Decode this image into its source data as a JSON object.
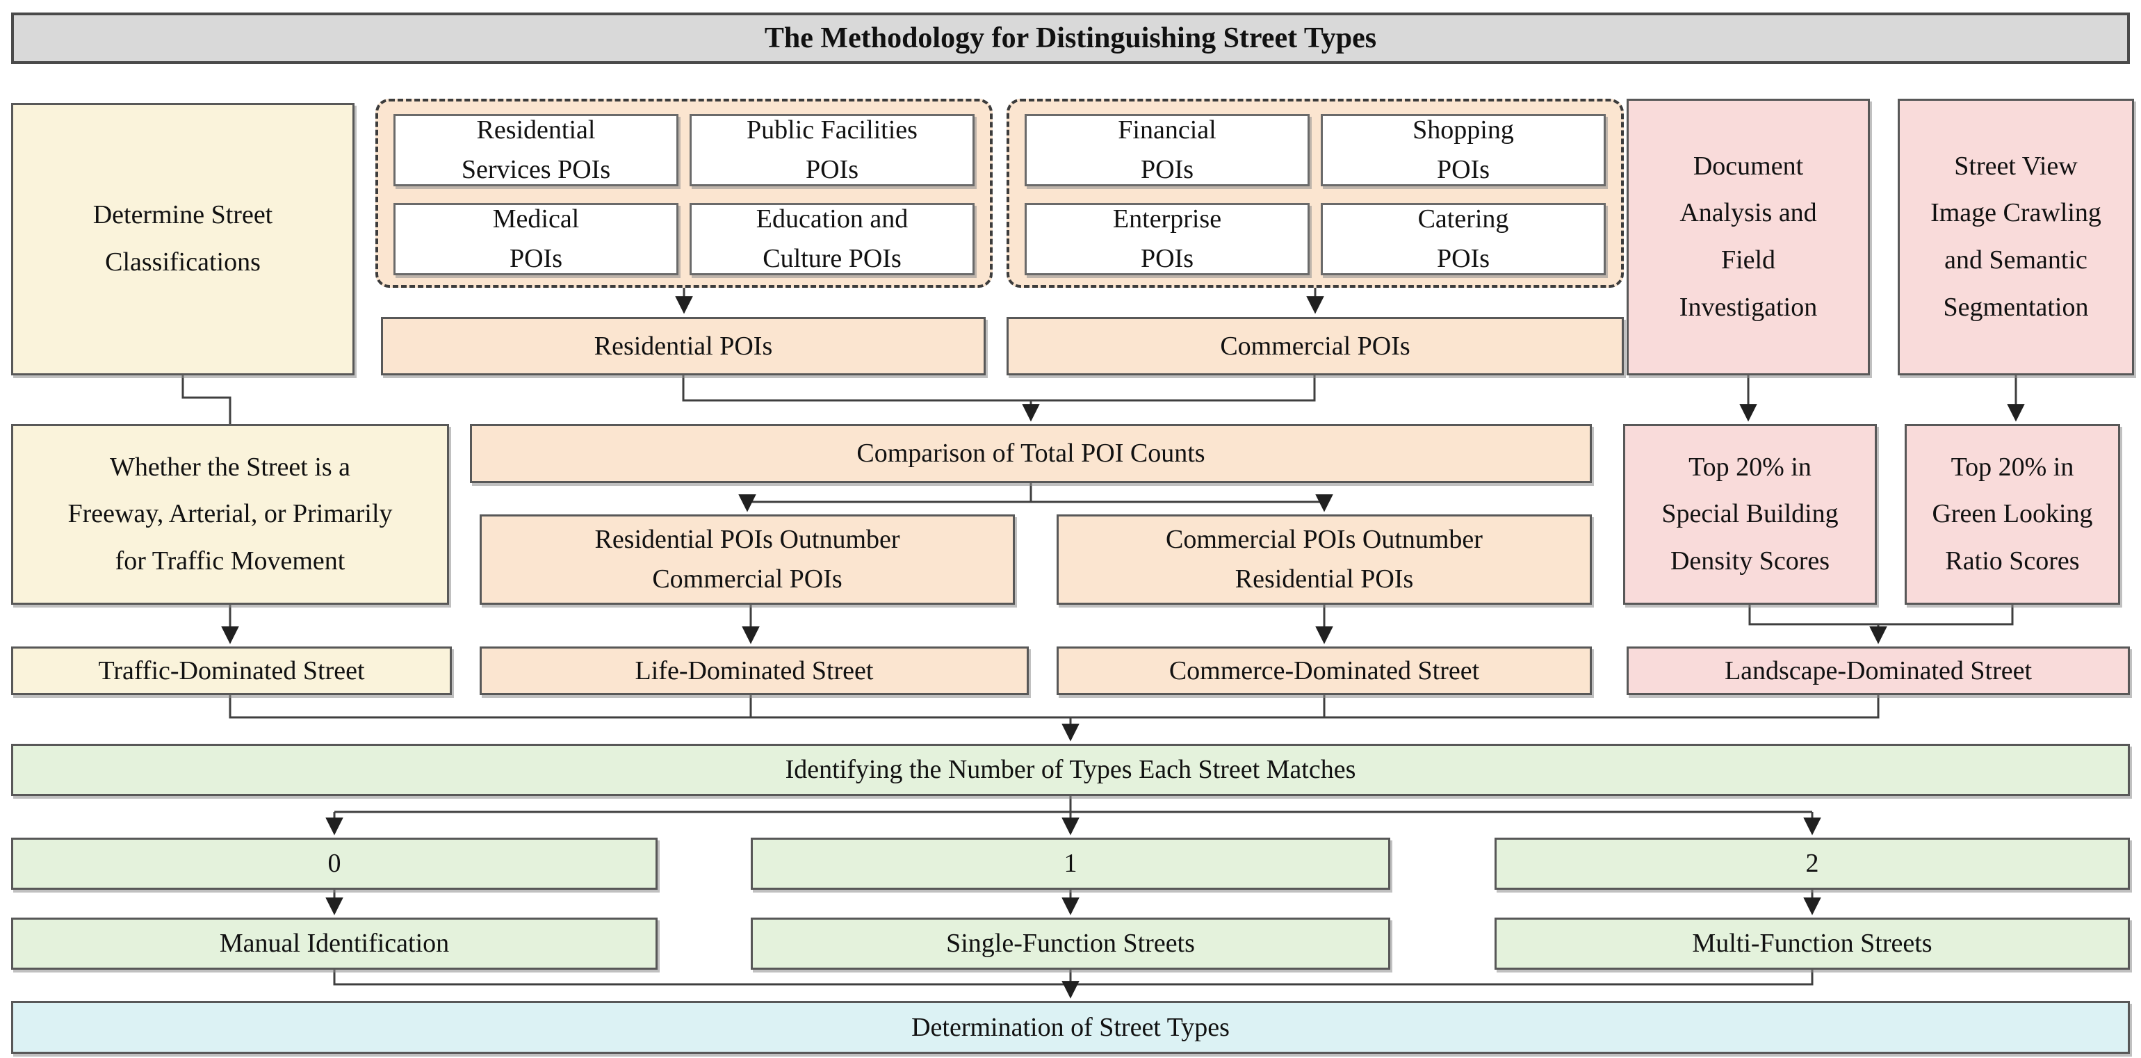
{
  "title": "The Methodology for Distinguishing Street Types",
  "palette": {
    "title_bg": "#D9D9D9",
    "cream": "#FAF3DB",
    "peach": "#FBE5D0",
    "pink": "#F9DBDA",
    "green": "#E4F2DC",
    "cyan": "#DCF2F4",
    "white_box": "#FFFFFF",
    "box_border": "#585858",
    "connector": "#3F3F3F"
  },
  "nodes": {
    "determine": "Determine Street\nClassifications",
    "res_services": "Residential\nServices POIs",
    "public_fac": "Public Facilities\nPOIs",
    "medical": "Medical\nPOIs",
    "edu_culture": "Education and\nCulture POIs",
    "financial": "Financial\nPOIs",
    "shopping": "Shopping\nPOIs",
    "enterprise": "Enterprise\nPOIs",
    "catering": "Catering\nPOIs",
    "doc_analysis": "Document\nAnalysis and\nField\nInvestigation",
    "street_view": "Street View\nImage Crawling\nand Semantic\nSegmentation",
    "residential_pois": "Residential POIs",
    "commercial_pois": "Commercial POIs",
    "whether": "Whether the Street is a\nFreeway, Arterial, or Primarily\nfor Traffic Movement",
    "comparison": "Comparison of Total POI Counts",
    "top20_building": "Top 20% in\nSpecial Building\nDensity Scores",
    "top20_green": "Top 20% in\nGreen Looking\nRatio Scores",
    "res_outnumber": "Residential POIs Outnumber\nCommercial POIs",
    "com_outnumber": "Commercial POIs Outnumber\nResidential POIs",
    "traffic_street": "Traffic-Dominated Street",
    "life_street": "Life-Dominated Street",
    "commerce_street": "Commerce-Dominated Street",
    "landscape_street": "Landscape-Dominated Street",
    "identifying": "Identifying the Number of Types Each Street Matches",
    "count_zero": "0",
    "count_one": "1",
    "count_two": "2",
    "manual": "Manual Identification",
    "single": "Single-Function Streets",
    "multi": "Multi-Function Streets",
    "determination": "Determination of Street Types"
  }
}
